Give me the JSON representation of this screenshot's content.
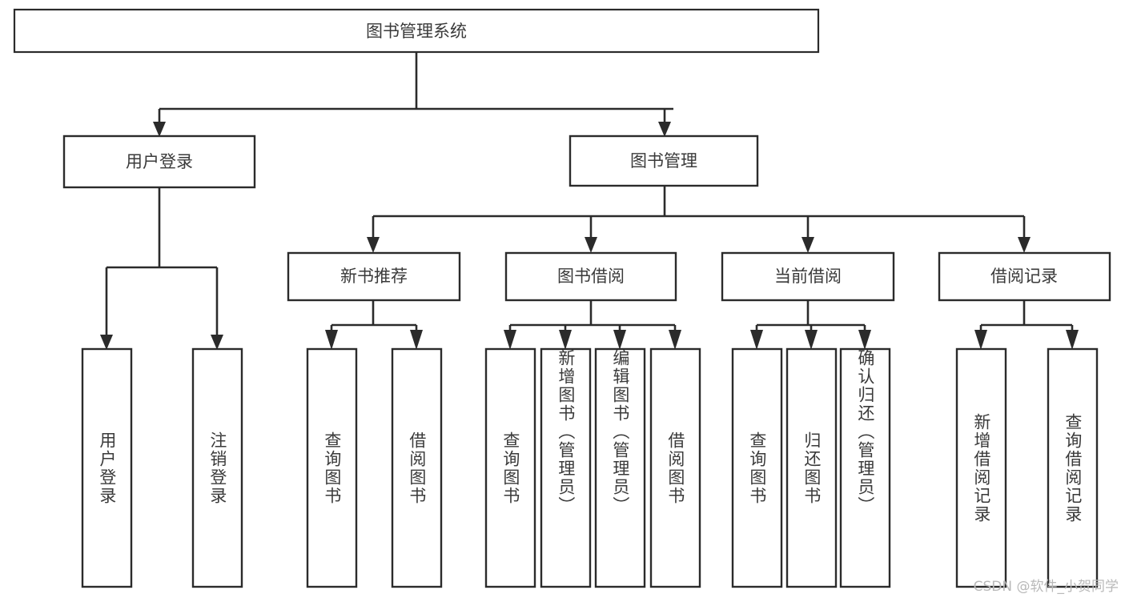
{
  "diagram": {
    "title": "图书管理系统",
    "type": "tree-hierarchy-chart",
    "watermark": "CSDN @软件_小贺同学",
    "colors": {
      "stroke": "#2b2b2b",
      "box_fill": "#ffffff",
      "text": "#3a3a3a",
      "background": "#ffffff",
      "watermark": "#b9b9b9"
    },
    "root": {
      "label": "图书管理系统"
    },
    "level2": [
      {
        "label": "用户登录"
      },
      {
        "label": "图书管理"
      }
    ],
    "level3": [
      {
        "label": "新书推荐"
      },
      {
        "label": "图书借阅"
      },
      {
        "label": "当前借阅"
      },
      {
        "label": "借阅记录"
      }
    ],
    "leaves": {
      "user_login": [
        {
          "label": "用户登录"
        },
        {
          "label": "注销登录"
        }
      ],
      "new_book_recommend": [
        {
          "label": "查询图书"
        },
        {
          "label": "借阅图书"
        }
      ],
      "book_borrow": [
        {
          "label": "查询图书"
        },
        {
          "label": "新增图书（管理员）"
        },
        {
          "label": "编辑图书（管理员）"
        },
        {
          "label": "借阅图书"
        }
      ],
      "current_borrow": [
        {
          "label": "查询图书"
        },
        {
          "label": "归还图书"
        },
        {
          "label": "确认归还（管理员）"
        }
      ],
      "borrow_record": [
        {
          "label": "新增借阅记录"
        },
        {
          "label": "查询借阅记录"
        }
      ]
    }
  }
}
